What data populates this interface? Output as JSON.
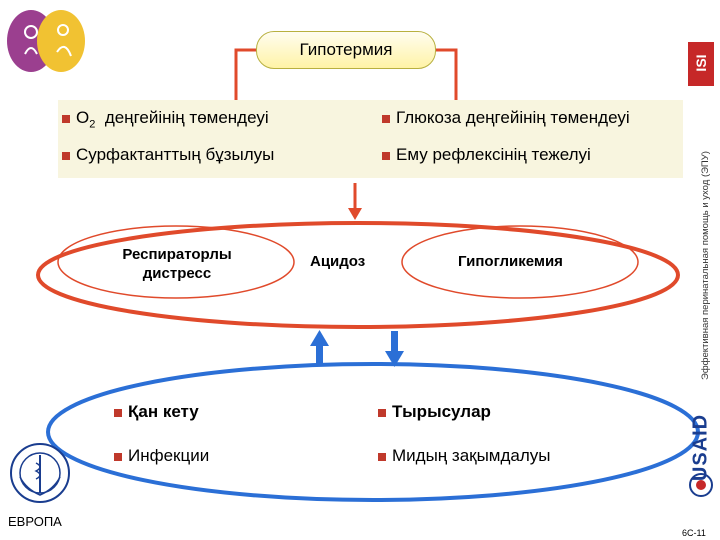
{
  "title": "Гипотермия",
  "top_causes": [
    {
      "text": "O",
      "sub": "2",
      "rest": "деңгейінің төмендеуі"
    },
    {
      "text": "Глюкоза деңгейінің төмендеуі"
    },
    {
      "text": "Сурфактанттың бұзылуы"
    },
    {
      "text": "Ему рефлексінің тежелуі"
    }
  ],
  "effects": {
    "left": "Респираторлы дистресс",
    "center": "Ацидоз",
    "right": "Гипогликемия"
  },
  "outcomes": [
    {
      "text": "Қан кету"
    },
    {
      "text": "Тырысулар"
    },
    {
      "text": "Инфекции"
    },
    {
      "text": "Мидың зақымдалуы"
    }
  ],
  "side_text": "Эффективная перинатальная помощь и уход (ЭПУ)",
  "logos": {
    "isi": "ISI",
    "usaid": "USAID",
    "who_region": "ЕВРОПА"
  },
  "slide_number": "6C-11",
  "colors": {
    "red": "#e04a2b",
    "blue": "#2b6fd6",
    "bullet": "#c0392b"
  }
}
